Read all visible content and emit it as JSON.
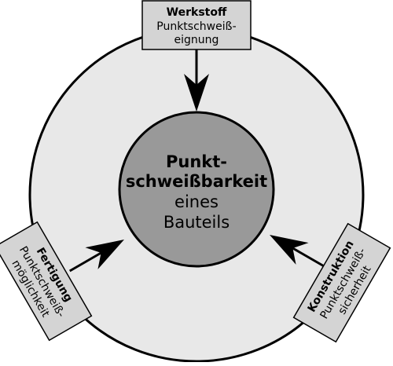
{
  "center": {
    "line1": "Punkt-",
    "line2": "schweißbarkeit",
    "line3": "eines",
    "line4": "Bauteils"
  },
  "boxes": {
    "werkstoff": {
      "title": "Werkstoff",
      "line1": "Punktschweiß-",
      "line2": "eignung"
    },
    "fertigung": {
      "title": "Fertigung",
      "line1": "Punktschweiß-",
      "line2": "möglichkeit"
    },
    "konstruktion": {
      "title": "Konstruktion",
      "line1": "Punktschweiß-",
      "line2": "sicherheit"
    }
  },
  "colors": {
    "outer_ring": "#e8e8e8",
    "inner_circle": "#999999",
    "box_fill": "#d4d4d4",
    "stroke": "#000000"
  }
}
